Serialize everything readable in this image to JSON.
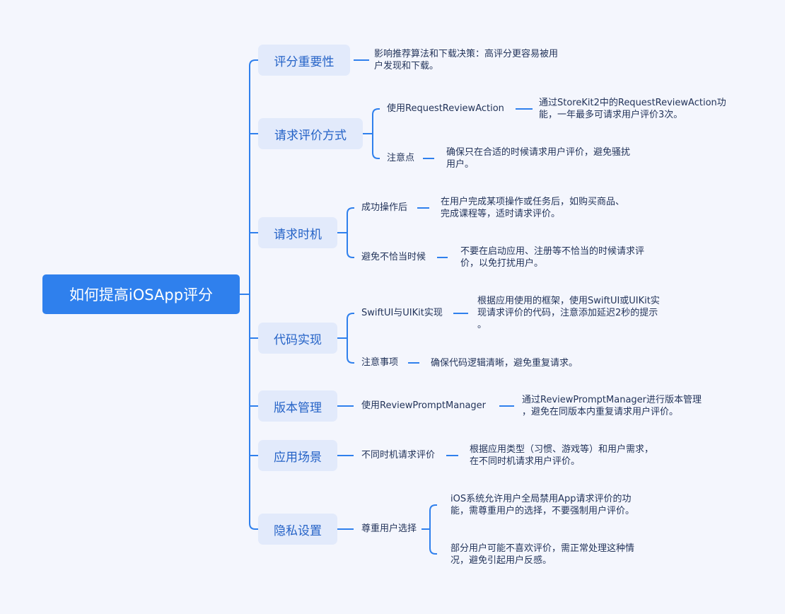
{
  "root": "如何提高iOSApp评分",
  "branches": [
    {
      "label": "评分重要性",
      "leaf": [
        "影响推荐算法和下载决策：高评分更容易被用",
        "户发现和下载。"
      ]
    },
    {
      "label": "请求评价方式",
      "children": [
        {
          "label": "使用RequestReviewAction",
          "leaf": [
            "通过StoreKit2中的RequestReviewAction功",
            "能，一年最多可请求用户评价3次。"
          ]
        },
        {
          "label": "注意点",
          "leaf": [
            "确保只在合适的时候请求用户评价，避免骚扰",
            "用户。"
          ]
        }
      ]
    },
    {
      "label": "请求时机",
      "children": [
        {
          "label": "成功操作后",
          "leaf": [
            "在用户完成某项操作或任务后，如购买商品、",
            "完成课程等，适时请求评价。"
          ]
        },
        {
          "label": "避免不恰当时候",
          "leaf": [
            "不要在启动应用、注册等不恰当的时候请求评",
            "价，以免打扰用户。"
          ]
        }
      ]
    },
    {
      "label": "代码实现",
      "children": [
        {
          "label": "SwiftUI与UIKit实现",
          "leaf": [
            "根据应用使用的框架，使用SwiftUI或UIKit实",
            "现请求评价的代码，注意添加延迟2秒的提示",
            "。"
          ]
        },
        {
          "label": "注意事项",
          "leaf": [
            "确保代码逻辑清晰，避免重复请求。"
          ]
        }
      ]
    },
    {
      "label": "版本管理",
      "children": [
        {
          "label": "使用ReviewPromptManager",
          "leaf": [
            "通过ReviewPromptManager进行版本管理",
            "，避免在同版本内重复请求用户评价。"
          ]
        }
      ]
    },
    {
      "label": "应用场景",
      "children": [
        {
          "label": "不同时机请求评价",
          "leaf": [
            "根据应用类型（习惯、游戏等）和用户需求，",
            "在不同时机请求用户评价。"
          ]
        }
      ]
    },
    {
      "label": "隐私设置",
      "children": [
        {
          "label": "尊重用户选择",
          "leaves": [
            [
              "iOS系统允许用户全局禁用App请求评价的功",
              "能，需尊重用户的选择，不要强制用户评价。"
            ],
            [
              "部分用户可能不喜欢评价，需正常处理这种情",
              "况，避免引起用户反感。"
            ]
          ]
        }
      ]
    }
  ],
  "colors": {
    "accent": "#2f80ed",
    "node_bg": "#e2eafb",
    "background": "#f4f6fd"
  }
}
